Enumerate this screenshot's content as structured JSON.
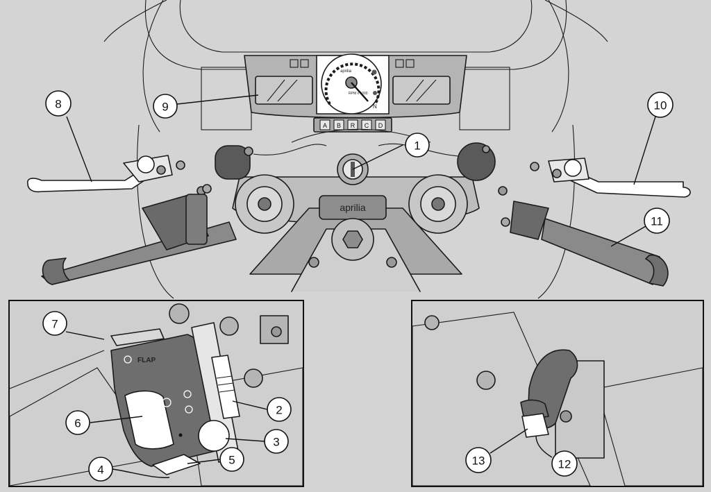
{
  "callouts": [
    {
      "id": "1",
      "label": "1"
    },
    {
      "id": "2",
      "label": "2"
    },
    {
      "id": "3",
      "label": "3"
    },
    {
      "id": "4",
      "label": "4"
    },
    {
      "id": "5",
      "label": "5"
    },
    {
      "id": "6",
      "label": "6"
    },
    {
      "id": "7",
      "label": "7"
    },
    {
      "id": "8",
      "label": "8"
    },
    {
      "id": "9",
      "label": "9"
    },
    {
      "id": "10",
      "label": "10"
    },
    {
      "id": "11",
      "label": "11"
    },
    {
      "id": "12",
      "label": "12"
    },
    {
      "id": "13",
      "label": "13"
    }
  ],
  "dashboard": {
    "brand": "aprilia",
    "rpm_unit": "RPM\nx 1000",
    "neutral": "N",
    "buttons": [
      "A",
      "B",
      "R",
      "C",
      "D"
    ]
  },
  "steering_head": {
    "brand": "aprilia"
  },
  "left_switch": {
    "flash_label": "FLAP"
  },
  "colors": {
    "background": "#d4d4d4",
    "dark_part": "#6e6e6e",
    "mid_part": "#a4a4a4",
    "light_part": "#c8c8c8",
    "white": "#ffffff"
  }
}
